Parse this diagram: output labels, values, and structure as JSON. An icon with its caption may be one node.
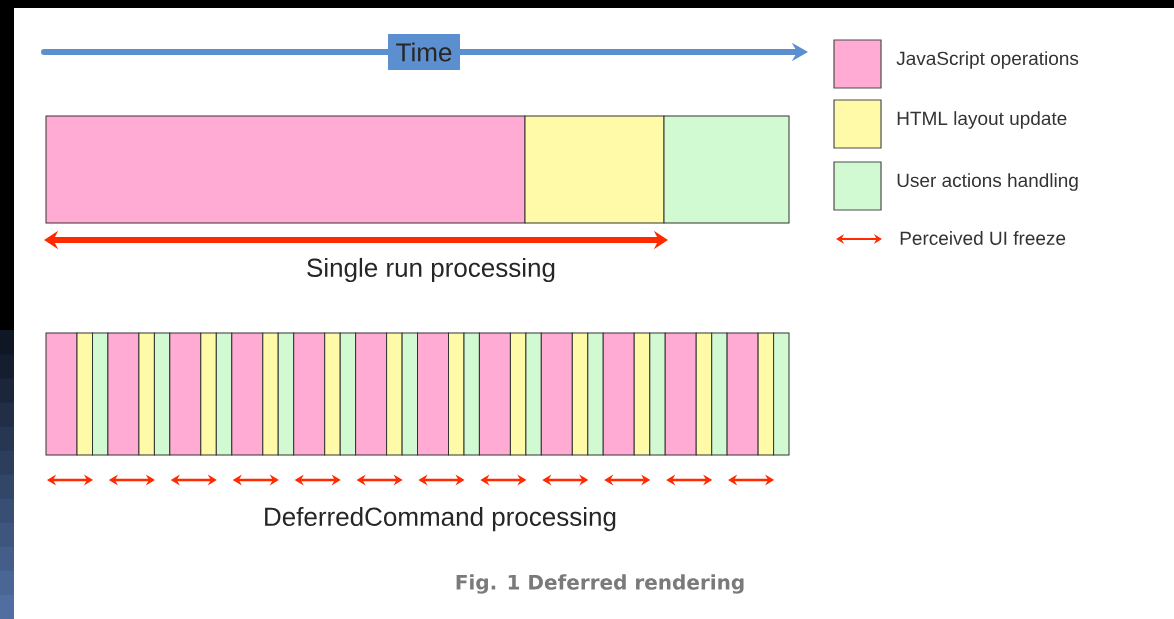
{
  "diagram": {
    "caption": "Fig. 1 Deferred rendering",
    "labels": [
      "Time",
      "Single run processing",
      "DeferredCommand processing"
    ],
    "legend": [
      {
        "text": "JavaScript operations",
        "color": "#ffabd4"
      },
      {
        "text": "HTML layout update",
        "color": "#fffaa8"
      },
      {
        "text": "User actions handling",
        "color": "#d2fad2"
      },
      {
        "text": "Perceived UI freeze"
      }
    ]
  }
}
